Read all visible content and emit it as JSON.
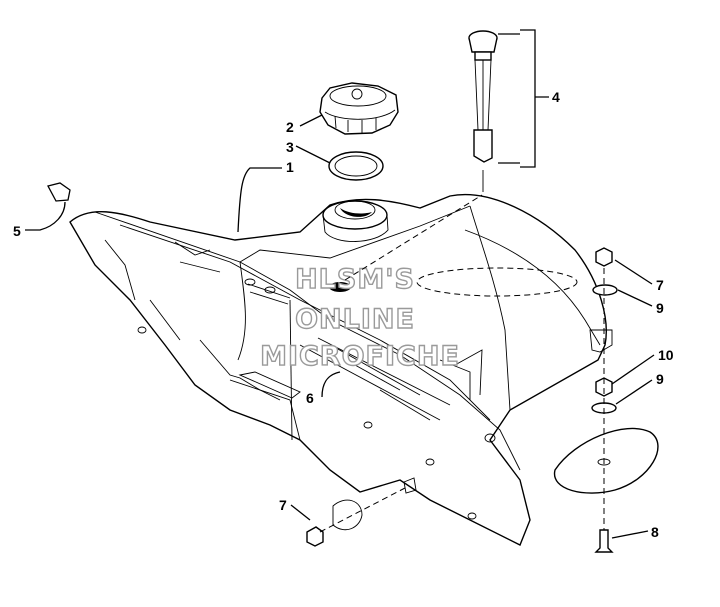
{
  "callouts": {
    "c1": "1",
    "c2": "2",
    "c3": "3",
    "c4": "4",
    "c5": "5",
    "c6": "6",
    "c7a": "7",
    "c7b": "7",
    "c8": "8",
    "c9a": "9",
    "c9b": "9",
    "c10": "10"
  },
  "watermark": {
    "line1": "HLSM'S",
    "line2": "ONLINE",
    "line3": "MICROFICHE"
  }
}
